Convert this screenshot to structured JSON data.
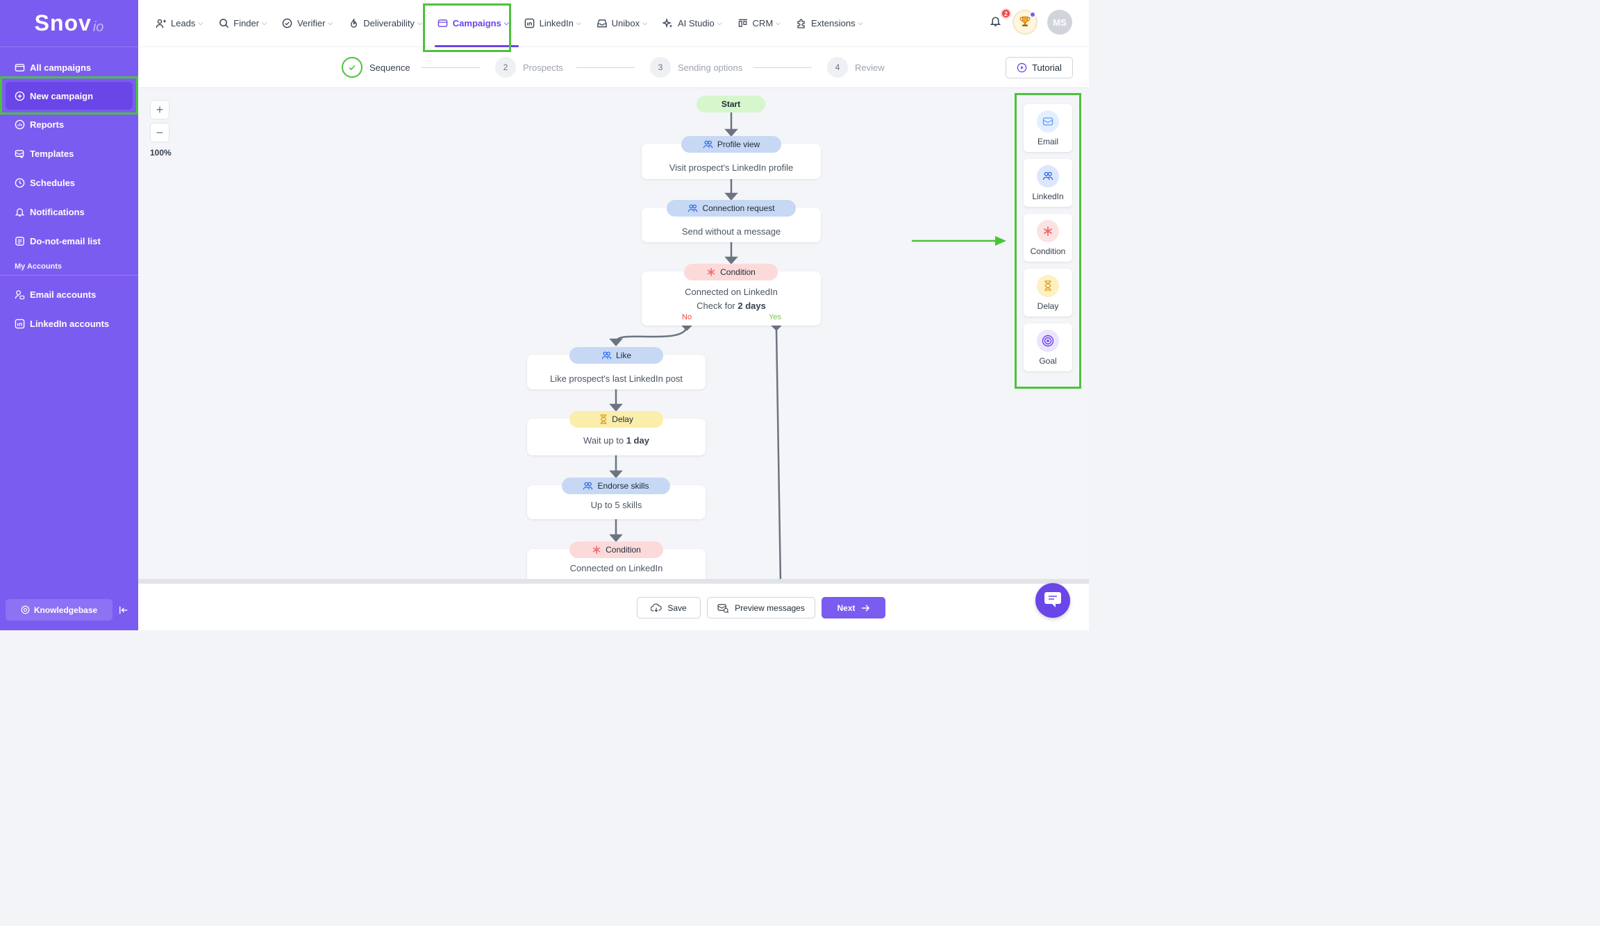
{
  "brand": {
    "name": "Snov",
    "suffix": "io"
  },
  "sidebar": {
    "items": [
      {
        "label": "All campaigns"
      },
      {
        "label": "New campaign"
      },
      {
        "label": "Reports"
      },
      {
        "label": "Templates"
      },
      {
        "label": "Schedules"
      },
      {
        "label": "Notifications"
      },
      {
        "label": "Do-not-email list"
      }
    ],
    "section": "My Accounts",
    "accounts": [
      {
        "label": "Email accounts"
      },
      {
        "label": "LinkedIn accounts"
      }
    ],
    "knowledgebase": "Knowledgebase"
  },
  "topnav": {
    "items": [
      {
        "label": "Leads"
      },
      {
        "label": "Finder"
      },
      {
        "label": "Verifier"
      },
      {
        "label": "Deliverability"
      },
      {
        "label": "Campaigns"
      },
      {
        "label": "LinkedIn"
      },
      {
        "label": "Unibox"
      },
      {
        "label": "AI Studio"
      },
      {
        "label": "CRM"
      },
      {
        "label": "Extensions"
      }
    ],
    "notif_count": "2",
    "avatar": "MS"
  },
  "stepper": {
    "steps": [
      {
        "num": "",
        "label": "Sequence"
      },
      {
        "num": "2",
        "label": "Prospects"
      },
      {
        "num": "3",
        "label": "Sending options"
      },
      {
        "num": "4",
        "label": "Review"
      }
    ],
    "tutorial": "Tutorial"
  },
  "canvas": {
    "zoom_in": "+",
    "zoom_out": "−",
    "zoom": "100%",
    "start": "Start",
    "nodes": [
      {
        "tag": "Profile view",
        "text": "Visit prospect's LinkedIn profile"
      },
      {
        "tag": "Connection request",
        "text": "Send without a message"
      },
      {
        "tag": "Condition",
        "line1": "Connected on LinkedIn",
        "line2_pre": "Check for ",
        "line2_bold": "2 days",
        "no": "No",
        "yes": "Yes"
      },
      {
        "tag": "Like",
        "text": "Like prospect's last LinkedIn post"
      },
      {
        "tag": "Delay",
        "pre": "Wait up to ",
        "bold": "1 day"
      },
      {
        "tag": "Endorse skills",
        "text": "Up to 5 skills"
      },
      {
        "tag": "Condition",
        "text": "Connected on LinkedIn"
      }
    ]
  },
  "palette": [
    {
      "label": "Email",
      "icon": "envelope-icon",
      "color": "#e3efff"
    },
    {
      "label": "LinkedIn",
      "icon": "people-icon",
      "color": "#dde7fb"
    },
    {
      "label": "Condition",
      "icon": "asterisk-icon",
      "color": "#fde2e2"
    },
    {
      "label": "Delay",
      "icon": "hourglass-icon",
      "color": "#fdf0c2"
    },
    {
      "label": "Goal",
      "icon": "target-icon",
      "color": "#ebe4fd"
    }
  ],
  "bottombar": {
    "save": "Save",
    "preview": "Preview messages",
    "next": "Next"
  },
  "colors": {
    "brand": "#7b5cf0",
    "highlight": "#4cc23b"
  }
}
